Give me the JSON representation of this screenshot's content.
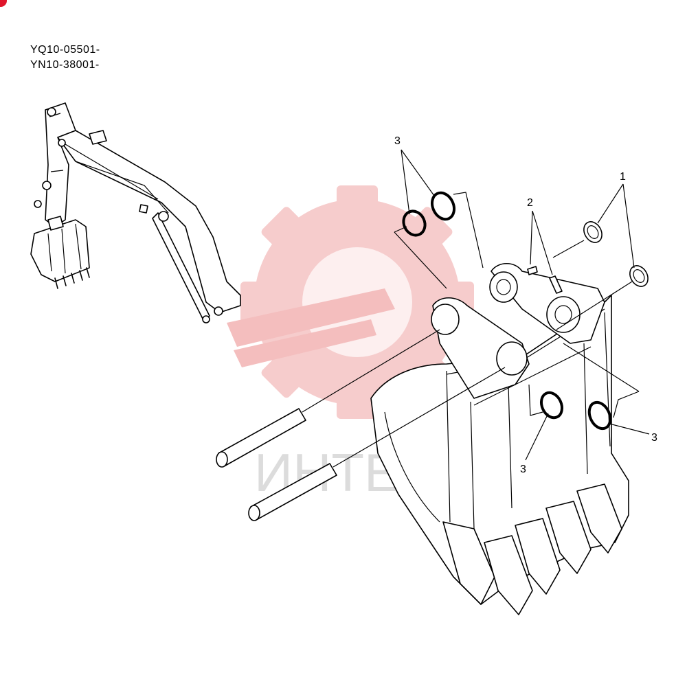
{
  "serials": [
    "YQ10-05501-",
    "YN10-38001-"
  ],
  "callouts": {
    "snap_ring": "1",
    "pin": "2",
    "o_ring": "3"
  },
  "watermark": {
    "text": "ИНТЕХ",
    "color": "#f6c7c7"
  },
  "accent_color": "#e0162b"
}
